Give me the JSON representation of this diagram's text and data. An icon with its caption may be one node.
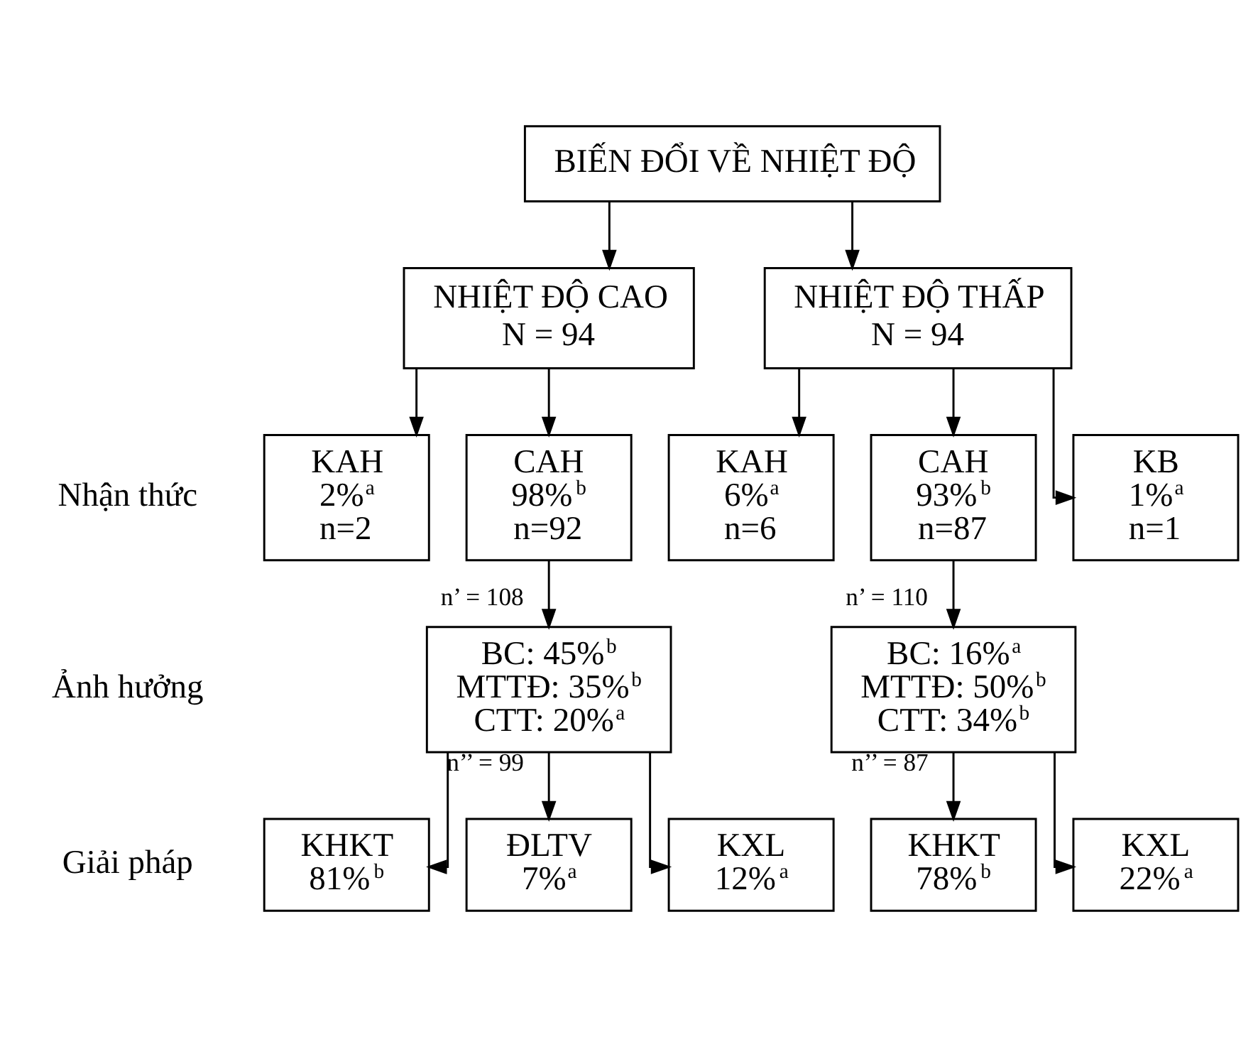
{
  "diagram": {
    "nodes": [
      {
        "text": [
          "BIẾN ĐỔI VỀ NHIỆT ĐỘ"
        ]
      },
      {
        "text": [
          "NHIỆT ĐỘ CAO",
          "N = 94"
        ]
      },
      {
        "text": [
          "NHIỆT ĐỘ THẤP",
          "N = 94"
        ]
      },
      {
        "text": [
          "KAH",
          "2%$^{a}$",
          "n=2"
        ]
      },
      {
        "text": [
          "CAH",
          "98%$^{b}$",
          "n=92"
        ]
      },
      {
        "text": [
          "KAH",
          "6%$^{a}$",
          "n=6"
        ]
      },
      {
        "text": [
          "CAH",
          "93%$^{b}$",
          "n=87"
        ]
      },
      {
        "text": [
          "KB",
          "1%$^{a}$",
          "n=1"
        ]
      },
      {
        "text": [
          "BC: 45%$^{b}$",
          "MTTĐ: 35%$^{b}$",
          "CTT: 20%$^{a}$"
        ]
      },
      {
        "text": [
          "BC: 16%$^{a}$",
          "MTTĐ: 50%$^{b}$",
          "CTT: 34%$^{b}$"
        ]
      },
      {
        "text": [
          "KHKT",
          "81%$^{b}$"
        ]
      },
      {
        "text": [
          "ĐLTV",
          "7%$^{a}$"
        ]
      },
      {
        "text": [
          "KXL",
          "12%$^{a}$"
        ]
      },
      {
        "text": [
          "KHKT",
          "78%$^{b}$"
        ]
      },
      {
        "text": [
          "KXL",
          "22%$^{a}$"
        ]
      }
    ],
    "edges": [
      {
        "from": 0,
        "to": 1,
        "arrow": "to"
      },
      {
        "from": 0,
        "to": 2,
        "arrow": "to"
      },
      {
        "from": 1,
        "to": 3,
        "arrow": "to"
      },
      {
        "from": 1,
        "to": 4,
        "arrow": "to"
      },
      {
        "from": 2,
        "to": 5,
        "arrow": "to"
      },
      {
        "from": 2,
        "to": 6,
        "arrow": "to"
      },
      {
        "from": 2,
        "to": 7,
        "arrow": "to"
      },
      {
        "from": 4,
        "to": 8,
        "arrow": "to",
        "label": "n’ = 108"
      },
      {
        "from": 6,
        "to": 9,
        "arrow": "to",
        "label": "n’ = 110"
      },
      {
        "from": 8,
        "to": 10,
        "arrow": "to"
      },
      {
        "from": 8,
        "to": 11,
        "arrow": "to",
        "label": "n’’ = 99"
      },
      {
        "from": 8,
        "to": 12,
        "arrow": "to"
      },
      {
        "from": 9,
        "to": 13,
        "arrow": "to",
        "label": "n’’ = 87"
      },
      {
        "from": 9,
        "to": 14,
        "arrow": "to"
      }
    ],
    "labels": [
      "Nhận thức",
      "Ảnh hưởng",
      "Giải pháp"
    ]
  }
}
